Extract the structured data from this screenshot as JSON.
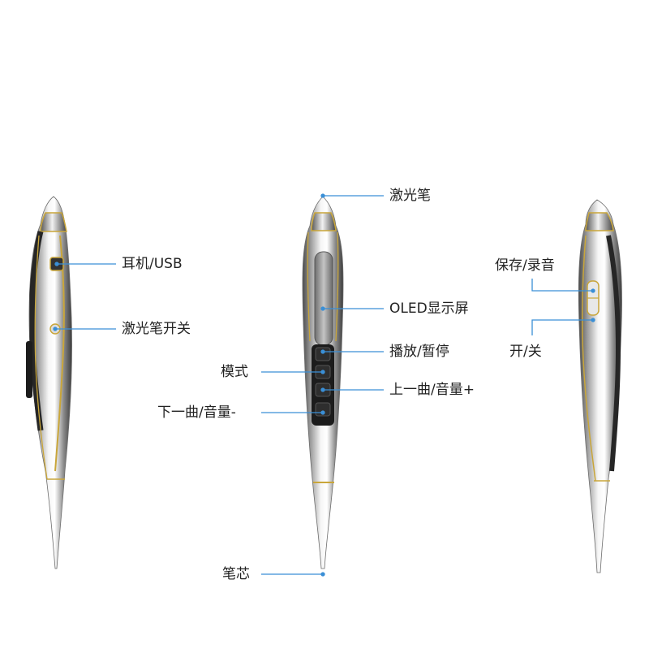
{
  "labels": {
    "earphone_usb": "耳机/USB",
    "laser_switch": "激光笔开关",
    "laser_pointer": "激光笔",
    "oled_display": "OLED显示屏",
    "play_pause": "播放/暂停",
    "mode": "模式",
    "prev_track_vol_up": "上一曲/音量+",
    "next_track_vol_down": "下一曲/音量-",
    "refill": "笔芯",
    "save_record": "保存/录音",
    "power_on_off": "开/关"
  },
  "colors": {
    "callout_line": "#3a8fd6",
    "label_text": "#222222",
    "chrome_dark": "#5a5a5a",
    "chrome_light": "#f4f4f4",
    "gold_trim": "#c9a63a",
    "button_black": "#1c1c1c"
  }
}
